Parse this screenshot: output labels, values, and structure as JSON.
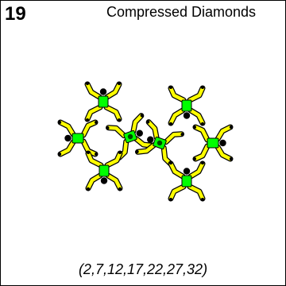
{
  "card": {
    "number": "19",
    "title": "Compressed Diamonds",
    "sequence": "(2,7,12,17,22,27,32)"
  },
  "colors": {
    "limb": "#ffff00",
    "torso": "#00ff00",
    "outline": "#000000",
    "head": "#000000",
    "background": "#ffffff",
    "grip": "#004400"
  }
}
